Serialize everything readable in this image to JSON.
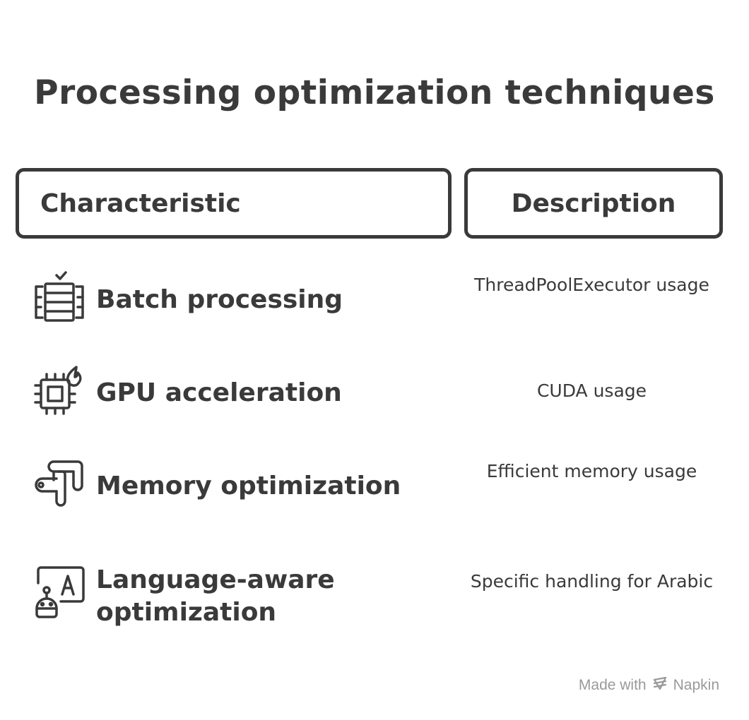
{
  "title": "Processing optimization techniques",
  "headers": {
    "characteristic": "Characteristic",
    "description": "Description"
  },
  "rows": [
    {
      "label": "Batch processing",
      "description": "ThreadPoolExecutor usage",
      "icon": "batch-stack-icon"
    },
    {
      "label": "GPU acceleration",
      "description": "CUDA usage",
      "icon": "gpu-chip-flame-icon"
    },
    {
      "label": "Memory optimization",
      "description": "Efficient memory usage",
      "icon": "memory-pipe-icon"
    },
    {
      "label": "Language-aware optimization",
      "description": "Specific handling for Arabic",
      "icon": "robot-language-icon"
    }
  ],
  "footer": {
    "made_with": "Made with",
    "brand": "Napkin",
    "brand_icon": "napkin-logo-icon"
  },
  "colors": {
    "ink": "#3a3a3a",
    "footer": "#9a9a9a",
    "background": "#ffffff"
  }
}
